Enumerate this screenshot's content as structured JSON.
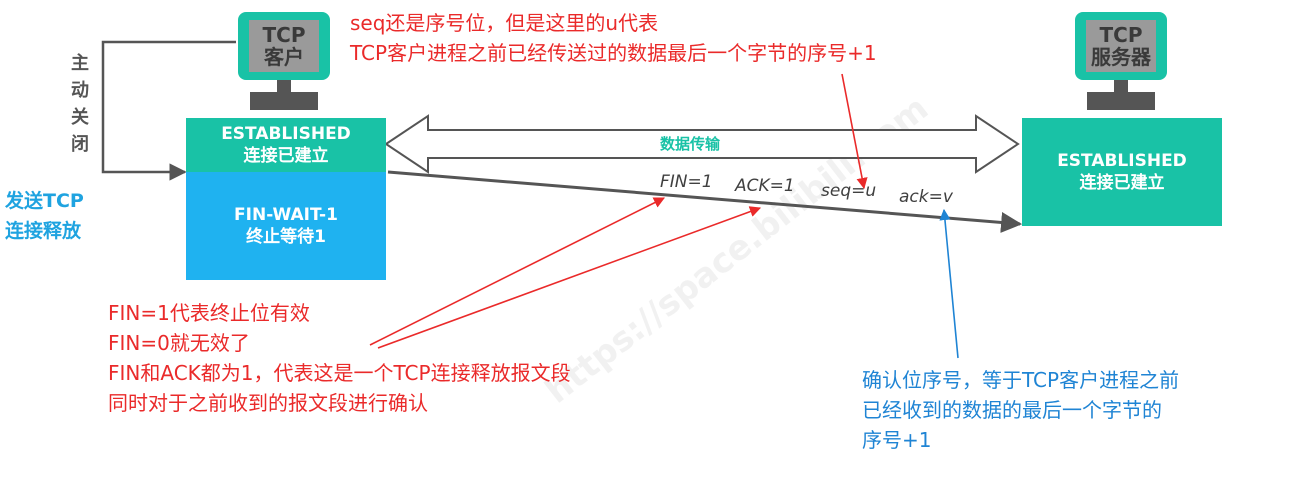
{
  "client_label": [
    "TCP",
    "客户"
  ],
  "server_label": [
    "TCP",
    "服务器"
  ],
  "active_close": [
    "主",
    "动",
    "关",
    "闭"
  ],
  "send_fin": [
    "发送TCP",
    "连接释放"
  ],
  "client_established": [
    "ESTABLISHED",
    "连接已建立"
  ],
  "client_fin_wait": [
    "FIN-WAIT-1",
    "终止等待1"
  ],
  "server_established": [
    "ESTABLISHED",
    "连接已建立"
  ],
  "data_transfer": "数据传输",
  "segment_fields": {
    "fin": "FIN=1",
    "ack": "ACK=1",
    "seq": "seq=u",
    "ack_num": "ack=v"
  },
  "seq_note": [
    "seq还是序号位，但是这里的u代表",
    "TCP客户进程之前已经传送过的数据最后一个字节的序号+1"
  ],
  "fin_note": [
    "FIN=1代表终止位有效",
    "FIN=0就无效了",
    "FIN和ACK都为1，代表这是一个TCP连接释放报文段",
    "同时对于之前收到的报文段进行确认"
  ],
  "ack_note": [
    "确认位序号，等于TCP客户进程之前",
    "已经收到的数据的最后一个字节的",
    "序号+1"
  ],
  "colors": {
    "established": "#19c2a6",
    "fin_wait": "#1fb2f0",
    "red": "#ea2a2a",
    "blue": "#1f84d4",
    "monitor_frame": "#19c2a6",
    "monitor_screen": "#9a9a9a"
  }
}
